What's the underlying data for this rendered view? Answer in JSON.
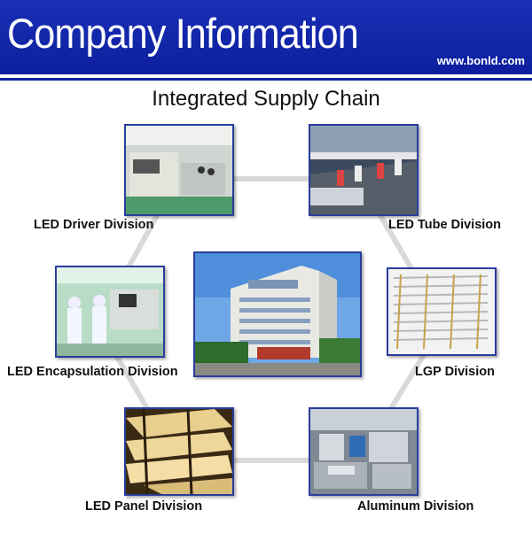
{
  "header": {
    "title": "Company Information",
    "url": "www.bonld.com"
  },
  "section_title": "Integrated Supply Chain",
  "divisions": [
    {
      "label": "LED Driver Division",
      "image": "factory-machinery"
    },
    {
      "label": "LED Tube Division",
      "image": "tube-assembly-line"
    },
    {
      "label": "LED Encapsulation Division",
      "image": "cleanroom-workers"
    },
    {
      "label": "LGP Division",
      "image": "lgp-panel-stack"
    },
    {
      "label": "LED Panel Division",
      "image": "lit-panel-racks"
    },
    {
      "label": "Aluminum Division",
      "image": "aluminum-frame-warehouse"
    }
  ],
  "center_image": "company-building",
  "colors": {
    "header_blue": "#0b1f9e",
    "photo_border": "#2a3d9c",
    "connector_gray": "#d9d9d9"
  }
}
